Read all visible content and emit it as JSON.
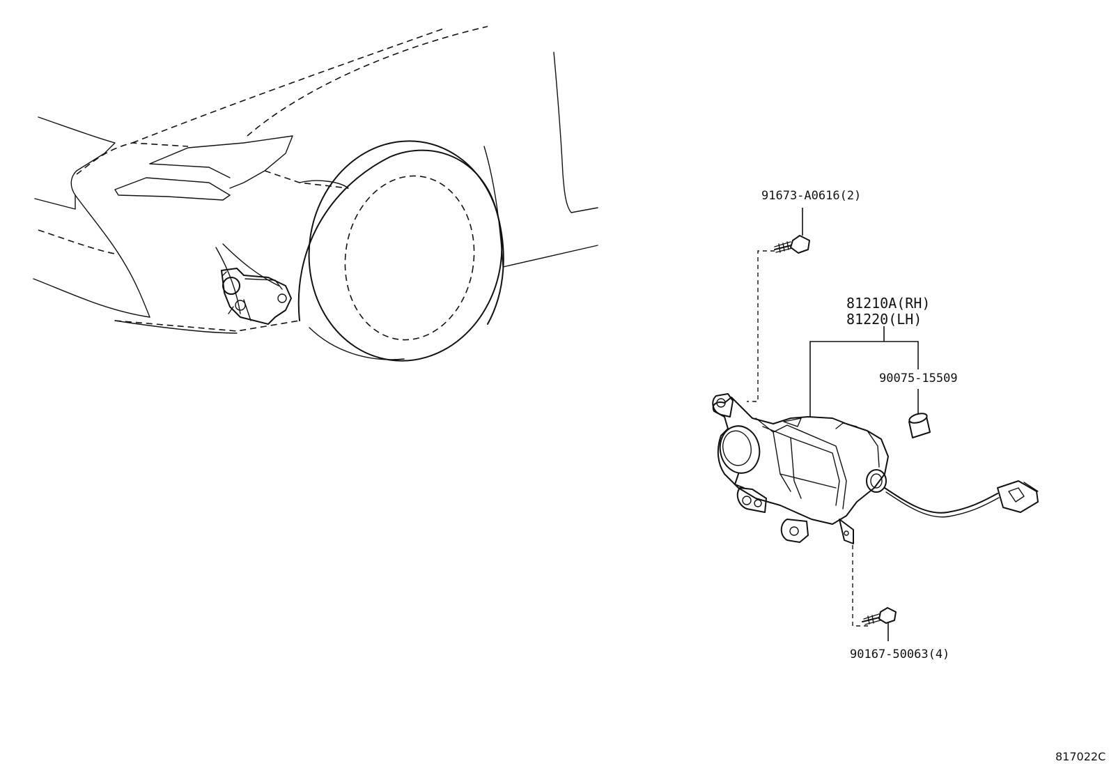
{
  "diagram_id": "817022C",
  "callouts": {
    "screw_top": "91673-A0616(2)",
    "lamp_rh": "81210A(RH)",
    "lamp_lh": "81220(LH)",
    "cap": "90075-15509",
    "screw_bottom": "90167-50063(4)"
  }
}
